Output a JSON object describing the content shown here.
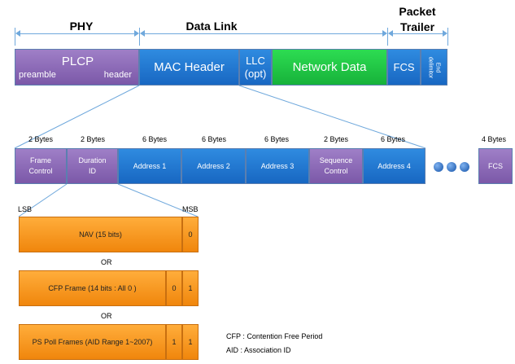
{
  "headers": {
    "phy": "PHY",
    "data_link": "Data Link",
    "packet_trailer": "Packet\nTrailer"
  },
  "top_row": {
    "plcp_title": "PLCP",
    "plcp_left": "preamble",
    "plcp_right": "header",
    "mac_header": "MAC Header",
    "llc": "LLC\n(opt)",
    "network_data": "Network Data",
    "fcs": "FCS",
    "end_delimiter": "End delimitor"
  },
  "mac_fields": [
    {
      "bytes": "2 Bytes",
      "label": "Frame\nControl"
    },
    {
      "bytes": "2 Bytes",
      "label": "Duration\nID"
    },
    {
      "bytes": "6 Bytes",
      "label": "Address 1"
    },
    {
      "bytes": "6 Bytes",
      "label": "Address 2"
    },
    {
      "bytes": "6 Bytes",
      "label": "Address 3"
    },
    {
      "bytes": "2 Bytes",
      "label": "Sequence\nControl"
    },
    {
      "bytes": "6 Bytes",
      "label": "Address 4"
    }
  ],
  "trailer_field": {
    "bytes": "4 Bytes",
    "label": "FCS"
  },
  "duration": {
    "lsb": "LSB",
    "msb": "MSB",
    "nav": "NAV (15 bits)",
    "nav_bit": "0",
    "or1": "OR",
    "cfp": "CFP Frame (14 bits : All 0 )",
    "cfp_bit1": "0",
    "cfp_bit2": "1",
    "or2": "OR",
    "ps": "PS Poll Frames (AID Range 1~2007)",
    "ps_bit1": "1",
    "ps_bit2": "1"
  },
  "legend": {
    "cfp": "CFP : Contention Free Period",
    "aid": "AID : Association ID"
  },
  "colors": {
    "purple": "#8a67b8",
    "blue": "#1f78d1",
    "green": "#22c84a",
    "orange": "#f7961e"
  }
}
